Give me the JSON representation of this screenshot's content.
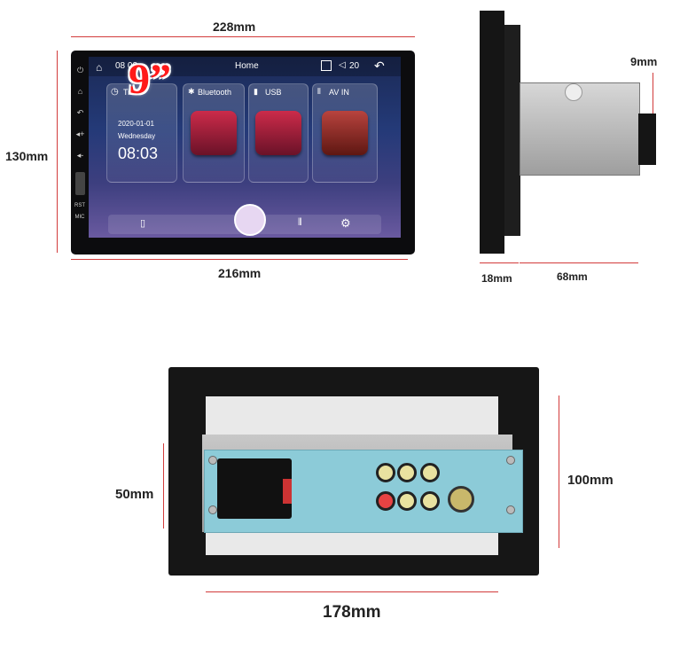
{
  "dimensions": {
    "front_width_top": "228mm",
    "front_height": "130mm",
    "front_width_bottom": "216mm",
    "side_connector_depth": "9mm",
    "side_front_depth": "18mm",
    "side_chassis_depth": "68mm",
    "rear_chassis_height": "50mm",
    "rear_height": "100mm",
    "rear_width": "178mm"
  },
  "screen": {
    "status_time": "08 03",
    "status_title": "Home",
    "status_volume": "20",
    "size_badge": "9”",
    "cards": [
      {
        "label": "Time",
        "date": "2020-01-01",
        "weekday": "Wednesday",
        "clock": "08:03"
      },
      {
        "label": "Bluetooth"
      },
      {
        "label": "USB"
      },
      {
        "label": "AV IN"
      }
    ],
    "side_labels": {
      "reset": "RST",
      "mic": "MIC"
    }
  },
  "colors": {
    "dimension_line": "#d23b3b",
    "badge_red": "#ff1a1a",
    "pcb_blue": "#8ccbd8"
  },
  "icons": [
    "home-icon",
    "power-icon",
    "back-icon",
    "volume-up-icon",
    "volume-down-icon",
    "usb-icon",
    "bluetooth-icon",
    "settings-icon",
    "speaker-icon",
    "rca-icon"
  ]
}
